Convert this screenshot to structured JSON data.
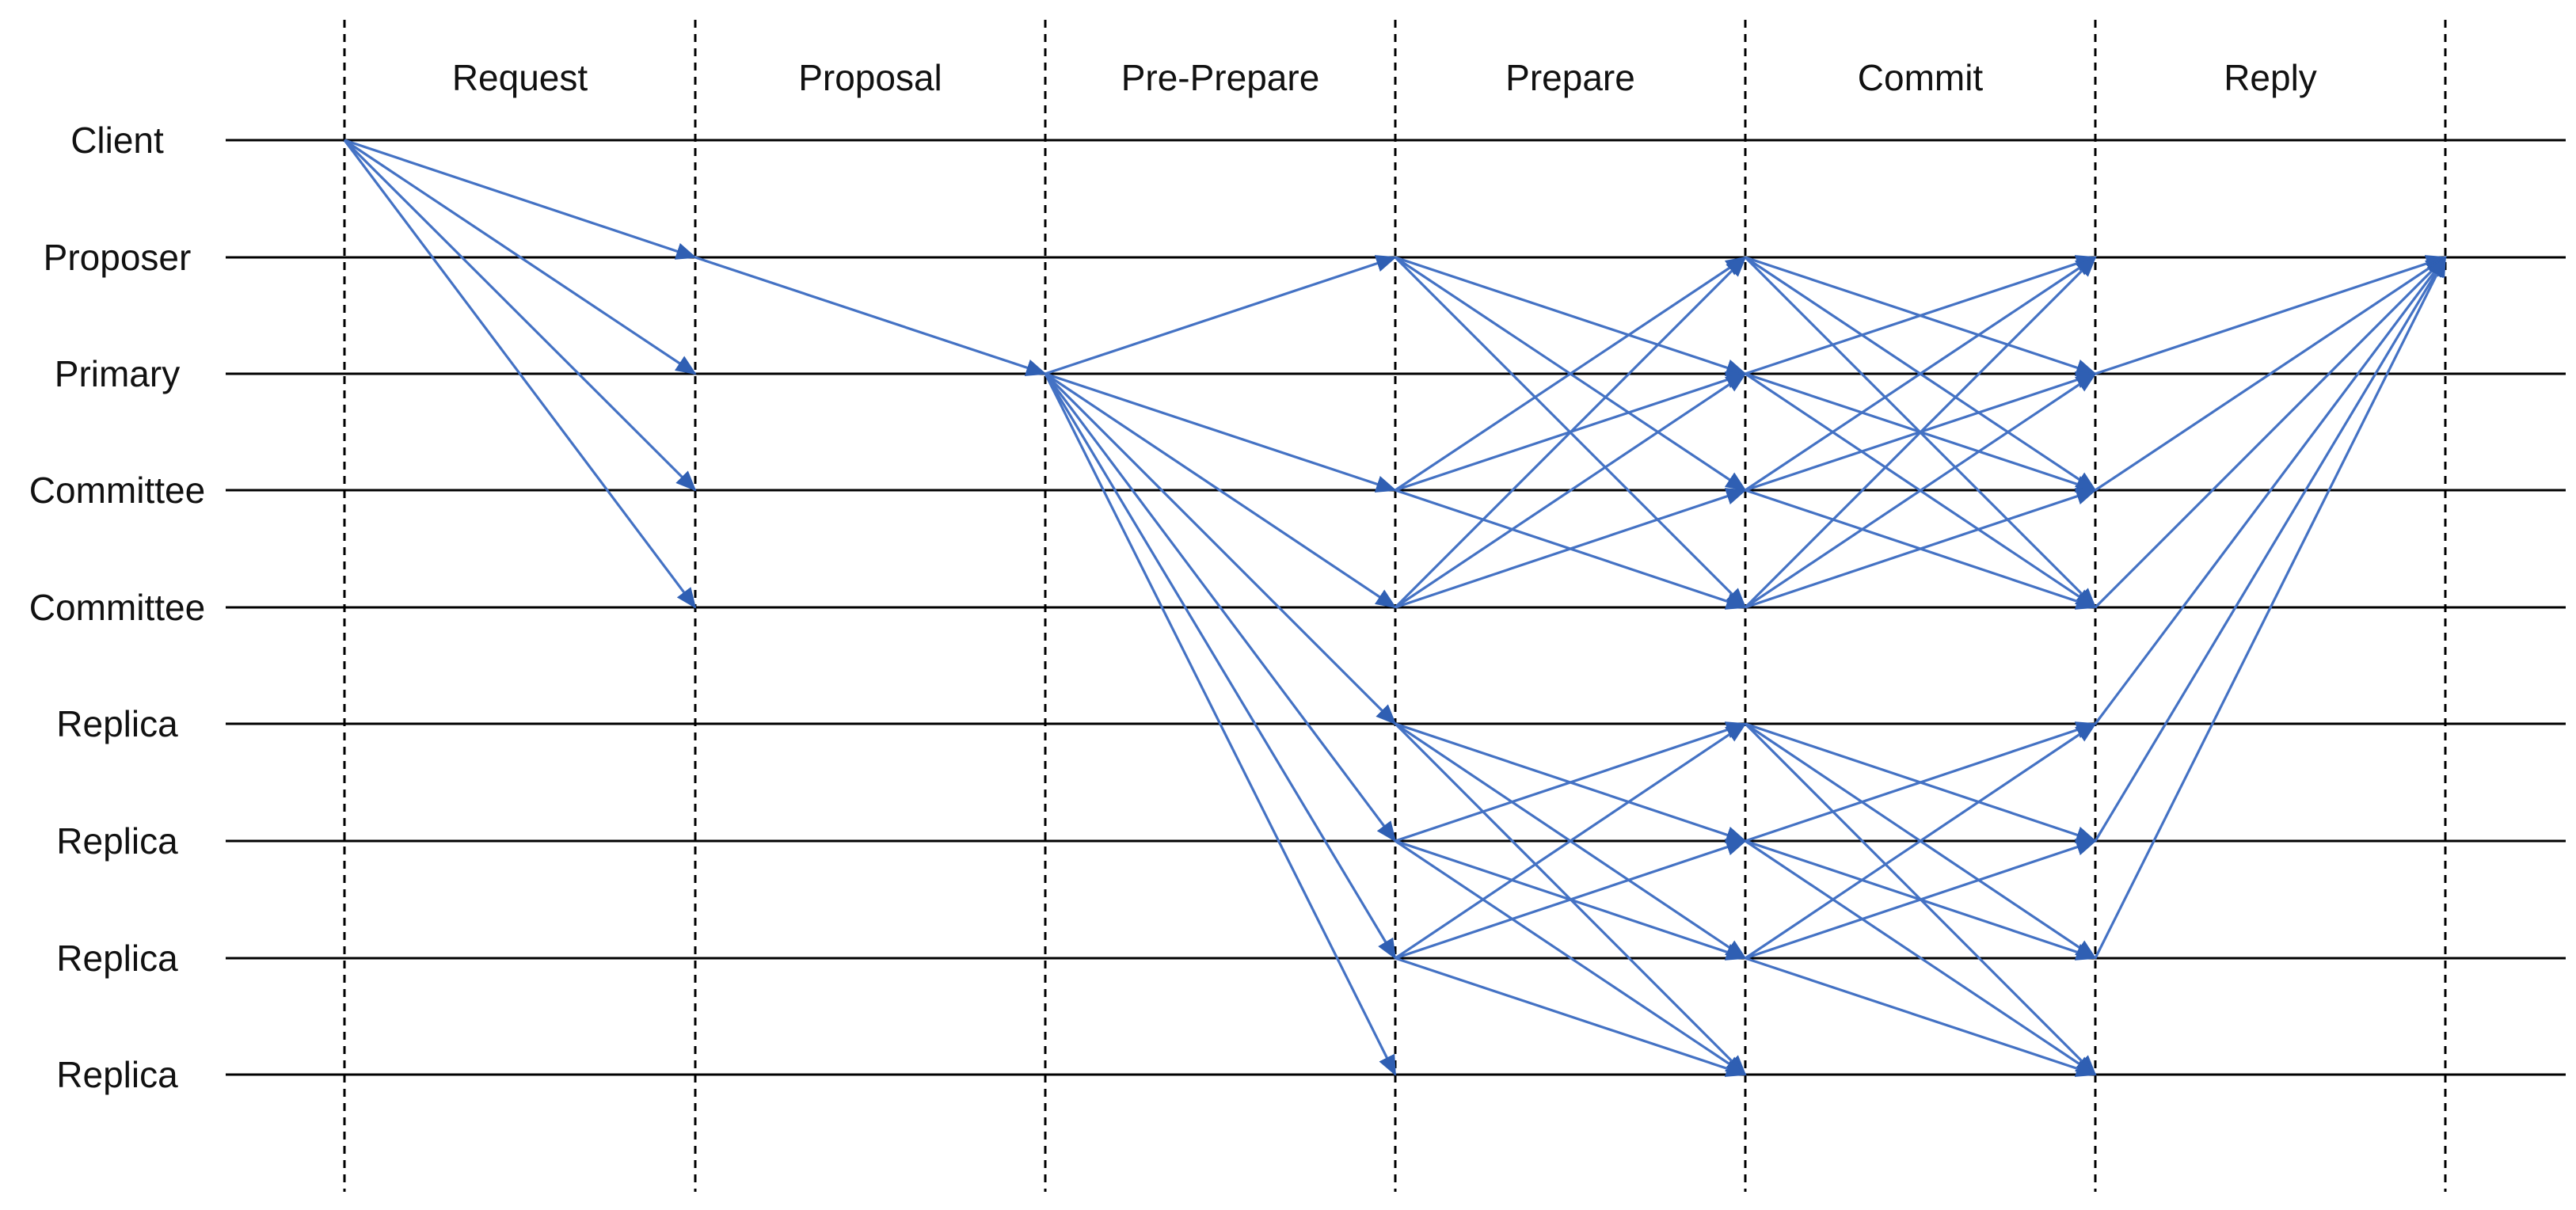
{
  "diagram": {
    "phases": [
      "Request",
      "Proposal",
      "Pre-Prepare",
      "Prepare",
      "Commit",
      "Reply"
    ],
    "nodes": [
      "Client",
      "Proposer",
      "Primary",
      "Committee",
      "Committee",
      "Replica",
      "Replica",
      "Replica",
      "Replica"
    ],
    "colors": {
      "arrow": "#4472c4",
      "line": "#000000",
      "text": "#111111"
    }
  }
}
